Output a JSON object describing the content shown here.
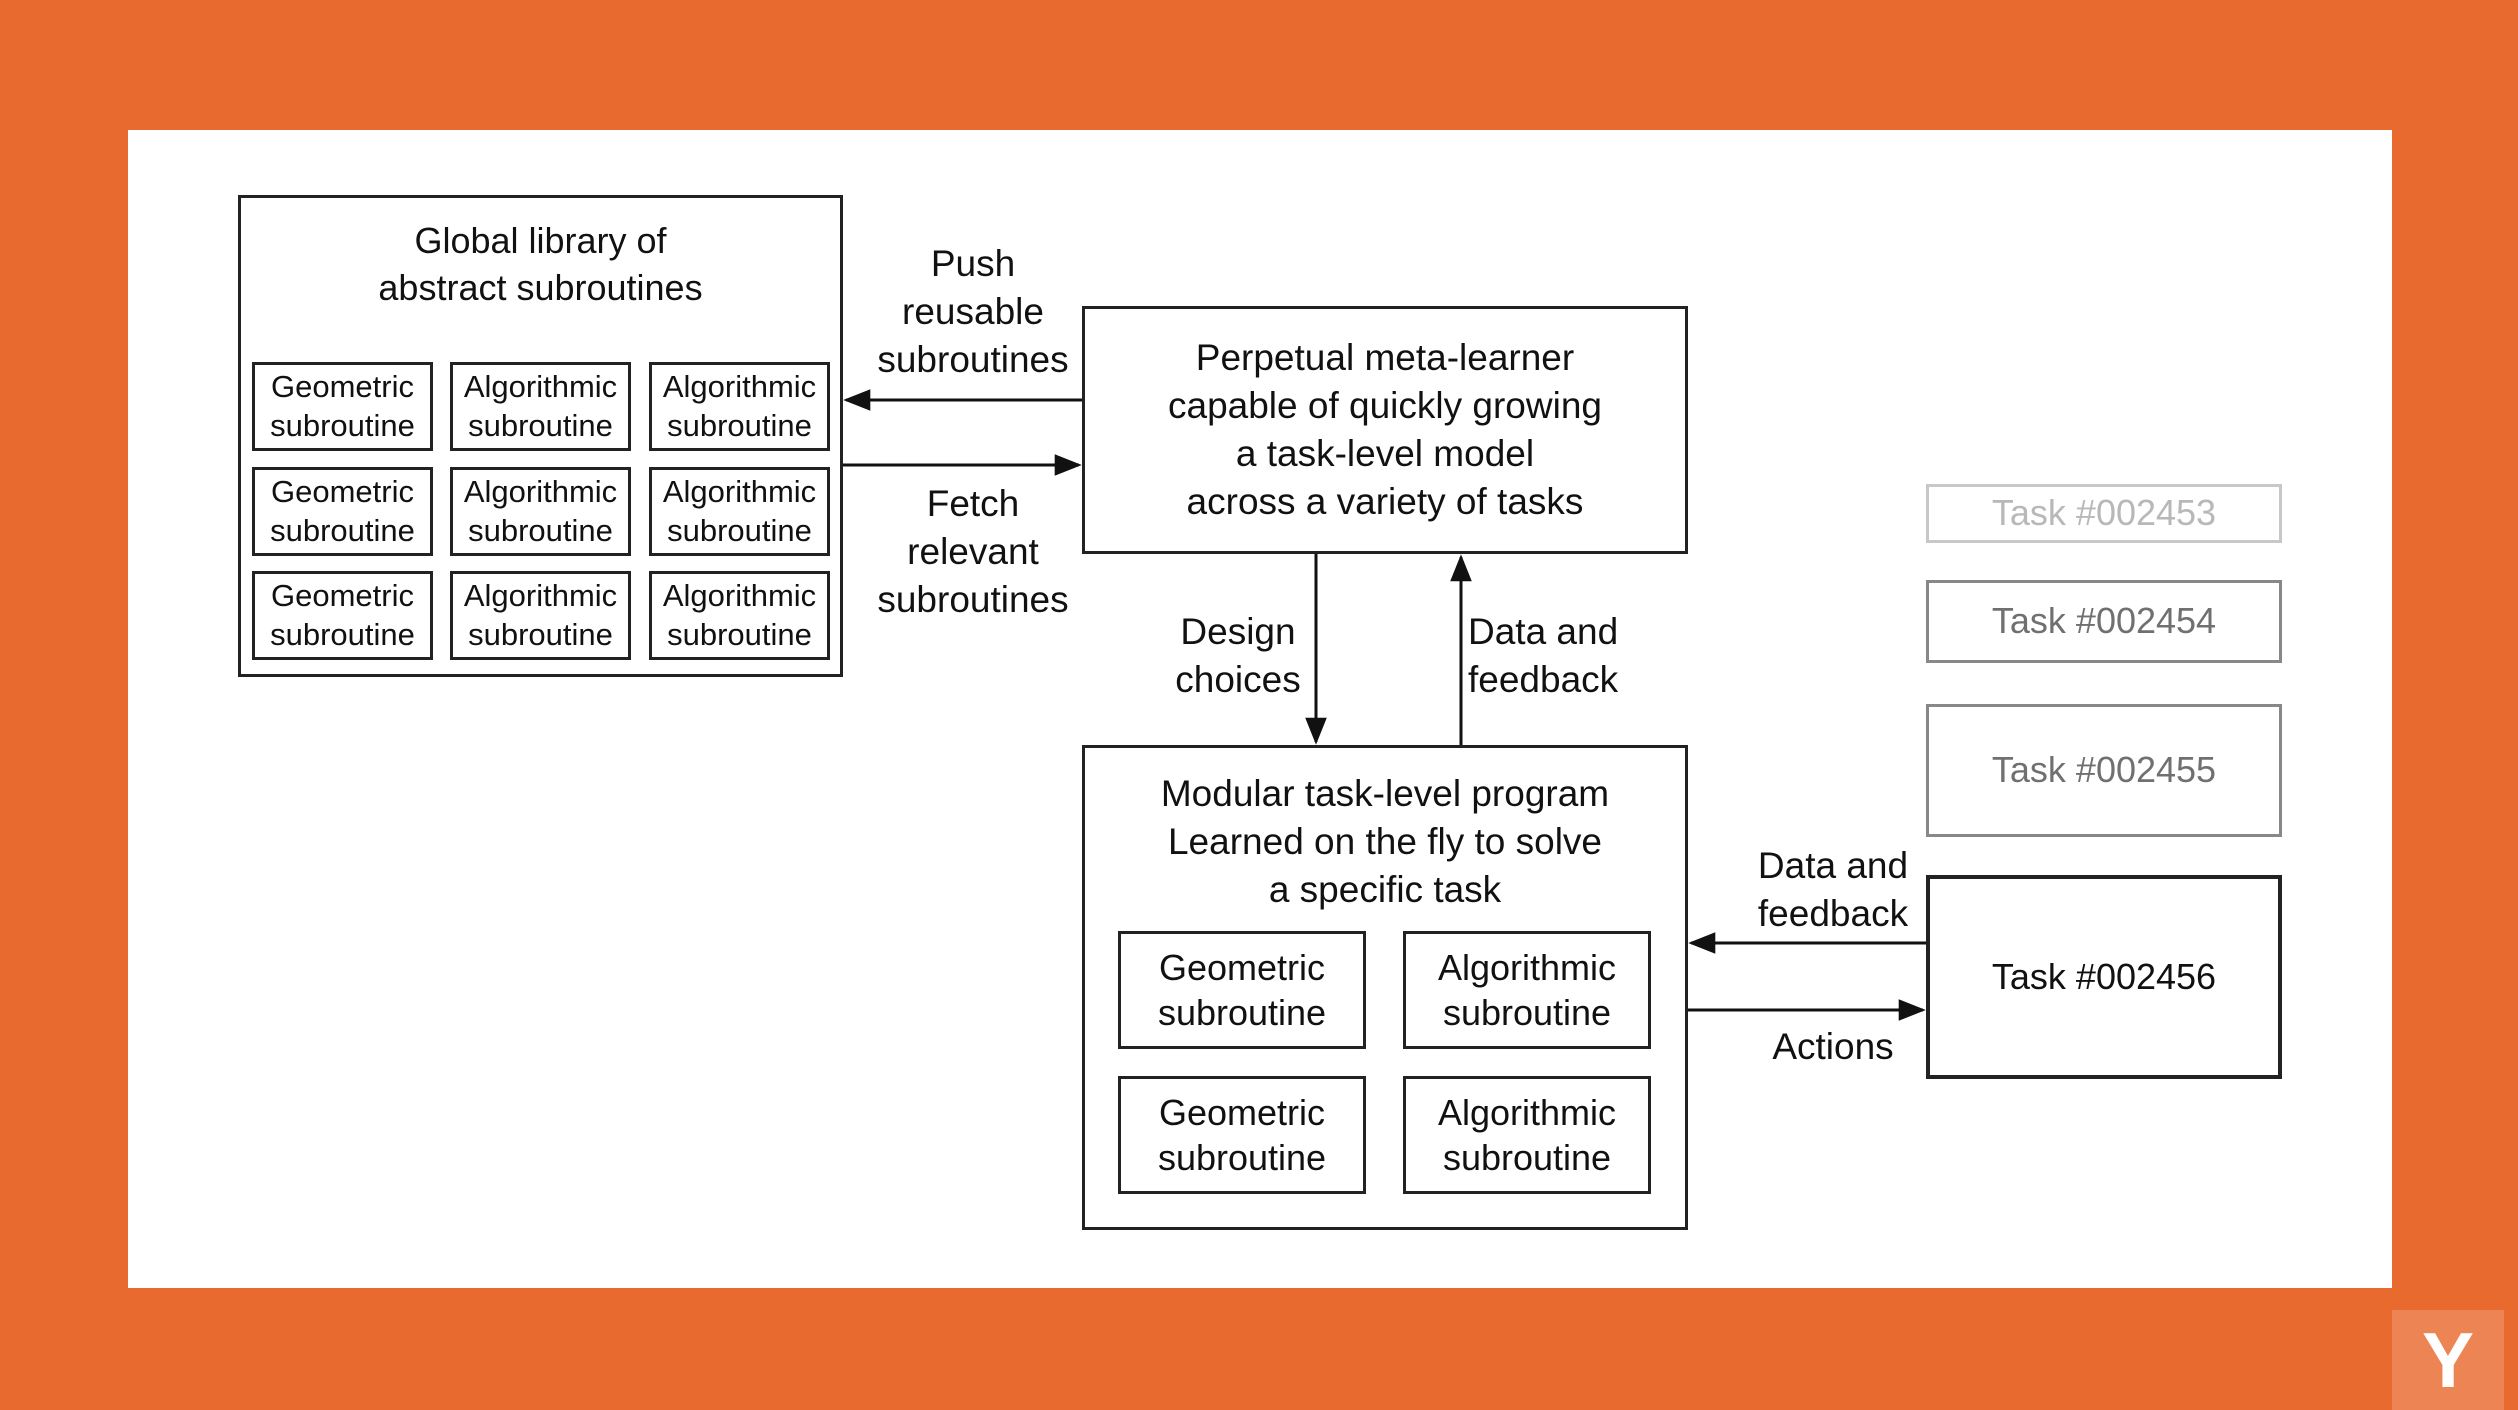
{
  "colors": {
    "frame": "#E96A2E",
    "panel": "#ffffff",
    "ink": "#111111"
  },
  "library": {
    "title": "Global library of\nabstract subroutines",
    "cells": [
      "Geometric\nsubroutine",
      "Algorithmic\nsubroutine",
      "Algorithmic\nsubroutine",
      "Geometric\nsubroutine",
      "Algorithmic\nsubroutine",
      "Algorithmic\nsubroutine",
      "Geometric\nsubroutine",
      "Algorithmic\nsubroutine",
      "Algorithmic\nsubroutine"
    ]
  },
  "meta_learner": {
    "text": "Perpetual meta-learner\ncapable of quickly growing\na task-level model\nacross a variety of tasks"
  },
  "program": {
    "title": "Modular task-level program\nLearned on the fly to solve\na specific task",
    "cells": [
      "Geometric\nsubroutine",
      "Algorithmic\nsubroutine",
      "Geometric\nsubroutine",
      "Algorithmic\nsubroutine"
    ]
  },
  "labels": {
    "push": "Push\nreusable\nsubroutines",
    "fetch": "Fetch\nrelevant\nsubroutines",
    "design": "Design\nchoices",
    "data_feedback_top": "Data and\nfeedback",
    "data_feedback_right": "Data and\nfeedback",
    "actions": "Actions"
  },
  "tasks": [
    "Task #002453",
    "Task #002454",
    "Task #002455",
    "Task #002456"
  ],
  "logo": {
    "letter": "Y",
    "icon": "y-logo-icon"
  }
}
